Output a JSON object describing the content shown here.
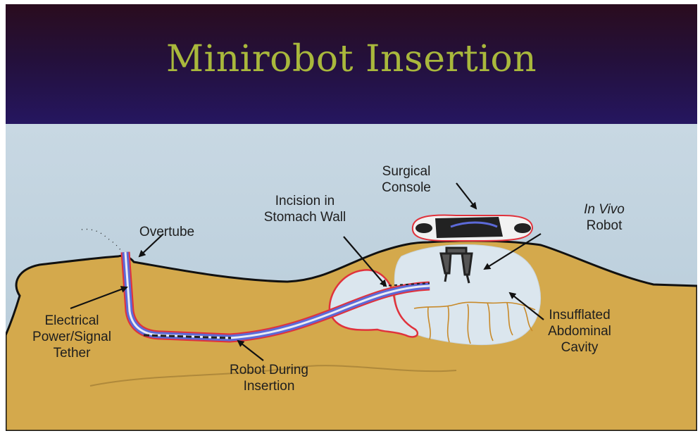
{
  "title": "Minirobot Insertion",
  "labels": {
    "surgical_console": [
      "Surgical",
      "Console"
    ],
    "in_vivo_robot": [
      "In Vivo",
      "Robot"
    ],
    "incision": [
      "Incision in",
      "Stomach Wall"
    ],
    "overtube": "Overtube",
    "tether": [
      "Electrical",
      "Power/Signal",
      "Tether"
    ],
    "robot_during_insertion": [
      "Robot During",
      "Insertion"
    ],
    "insufflated_cavity": [
      "Insufflated",
      "Abdominal",
      "Cavity"
    ]
  },
  "colors": {
    "title": "#a9b83c",
    "body": "#d4a94c",
    "cavity": "#dbe6ee",
    "tether": "#e0323c",
    "tube": "#5c6ad8"
  }
}
